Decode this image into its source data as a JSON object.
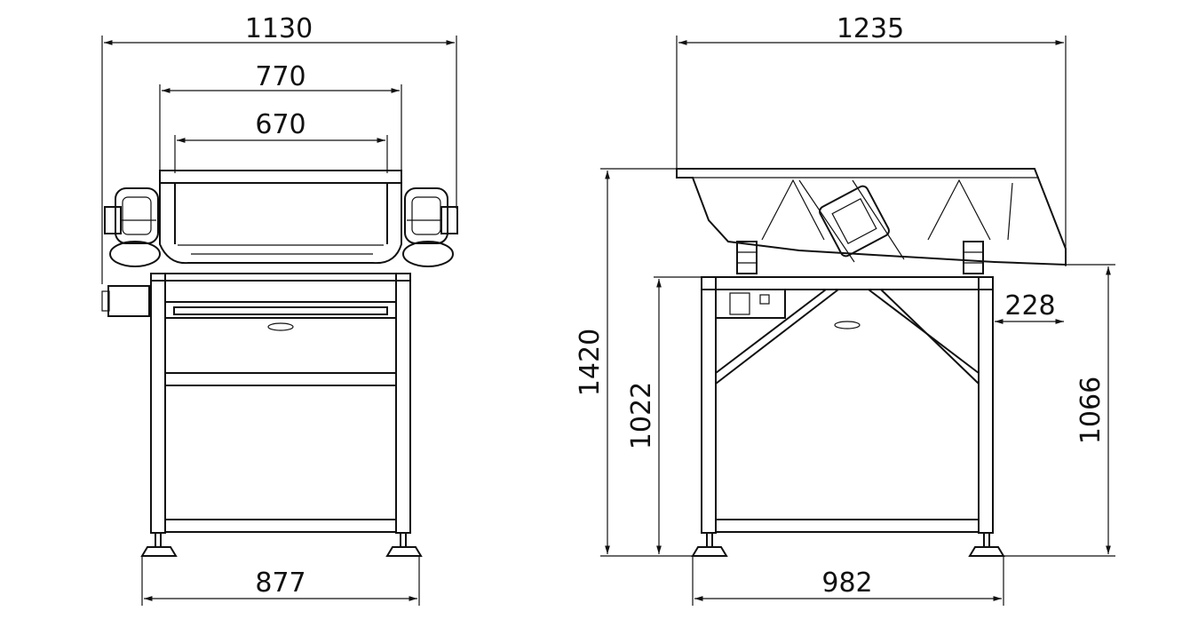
{
  "front_view": {
    "overall_width": "1130",
    "top_frame_width": "770",
    "inner_width": "670",
    "foot_span": "877"
  },
  "side_view": {
    "overall_length": "1235",
    "overall_height": "1420",
    "frame_height": "1022",
    "discharge_height": "1066",
    "overhang": "228",
    "foot_span": "982"
  }
}
